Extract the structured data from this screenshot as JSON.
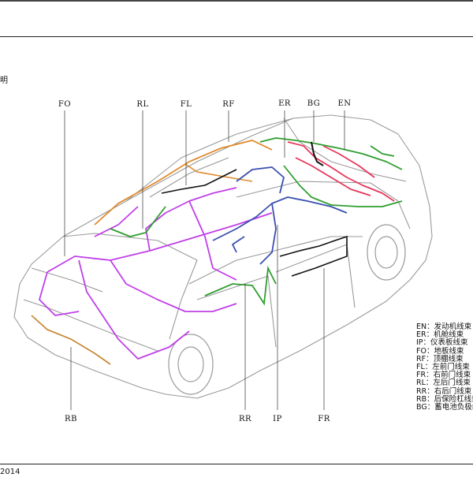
{
  "page": {
    "side_glyph": "明",
    "footer_year": "2014"
  },
  "callouts": {
    "FO": "FO",
    "RL": "RL",
    "FL": "FL",
    "RF": "RF",
    "ER": "ER",
    "BG": "BG",
    "EN": "EN",
    "RB": "RB",
    "RR": "RR",
    "IP": "IP",
    "FR": "FR"
  },
  "legend": [
    {
      "code": "EN",
      "text": "EN：发动机线束"
    },
    {
      "code": "ER",
      "text": "ER：机舱线束"
    },
    {
      "code": "IP",
      "text": "IP：仪表板线束"
    },
    {
      "code": "FO",
      "text": "FO：地板线束"
    },
    {
      "code": "RF",
      "text": "RF：顶棚线束"
    },
    {
      "code": "FL",
      "text": "FL：左前门线束"
    },
    {
      "code": "FR",
      "text": "FR：右前门线束"
    },
    {
      "code": "RL",
      "text": "RL：左后门线束"
    },
    {
      "code": "RR",
      "text": "RR：右后门线束"
    },
    {
      "code": "RB",
      "text": "RB：后保险杠线束"
    },
    {
      "code": "BG",
      "text": "BG：蓄电池负极线"
    }
  ],
  "harness_colors": {
    "EN": "#2f9e2f",
    "ER": "#e8365a",
    "IP": "#3a4fb0",
    "FO": "#c040e8",
    "RF": "#e08a2a",
    "doors": "#2f9e2f",
    "BG": "#111111",
    "RB": "#c88a3a",
    "body_outline": "#9a9a9a"
  }
}
